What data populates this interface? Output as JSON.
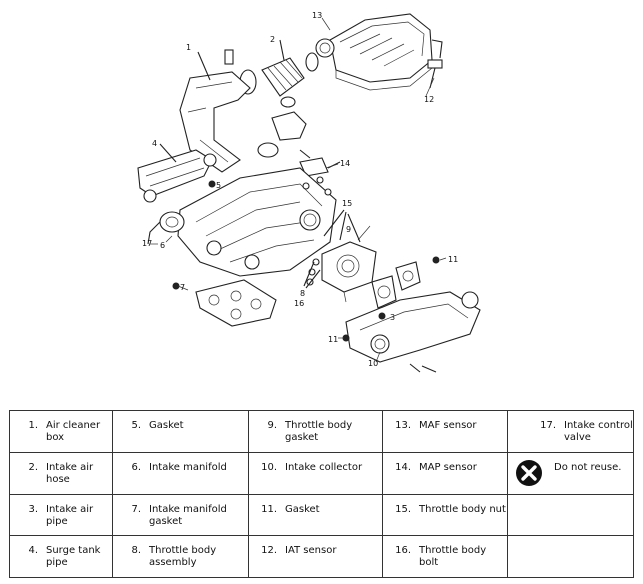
{
  "callouts": [
    "1",
    "2",
    "3",
    "4",
    "5",
    "6",
    "7",
    "8",
    "9",
    "10",
    "11",
    "12",
    "13",
    "14",
    "15",
    "16",
    "17"
  ],
  "legend": [
    [
      {
        "num": "1.",
        "label": "Air cleaner box"
      },
      {
        "num": "5.",
        "label": "Gasket"
      },
      {
        "num": "9.",
        "label": "Throttle body gasket"
      },
      {
        "num": "13.",
        "label": "MAF sensor"
      },
      {
        "num": "17.",
        "label": "Intake control valve"
      }
    ],
    [
      {
        "num": "2.",
        "label": "Intake air hose"
      },
      {
        "num": "6.",
        "label": "Intake manifold"
      },
      {
        "num": "10.",
        "label": "Intake collector"
      },
      {
        "num": "14.",
        "label": "MAP sensor"
      },
      {
        "icon": "do-not-reuse-icon",
        "label": "Do not reuse."
      }
    ],
    [
      {
        "num": "3.",
        "label": "Intake air pipe"
      },
      {
        "num": "7.",
        "label": "Intake manifold gasket"
      },
      {
        "num": "11.",
        "label": "Gasket"
      },
      {
        "num": "15.",
        "label": "Throttle body nut"
      },
      {
        "num": "",
        "label": ""
      }
    ],
    [
      {
        "num": "4.",
        "label": "Surge tank pipe"
      },
      {
        "num": "8.",
        "label": "Throttle body assembly"
      },
      {
        "num": "12.",
        "label": "IAT sensor"
      },
      {
        "num": "16.",
        "label": "Throttle body bolt"
      },
      {
        "num": "",
        "label": ""
      }
    ]
  ]
}
